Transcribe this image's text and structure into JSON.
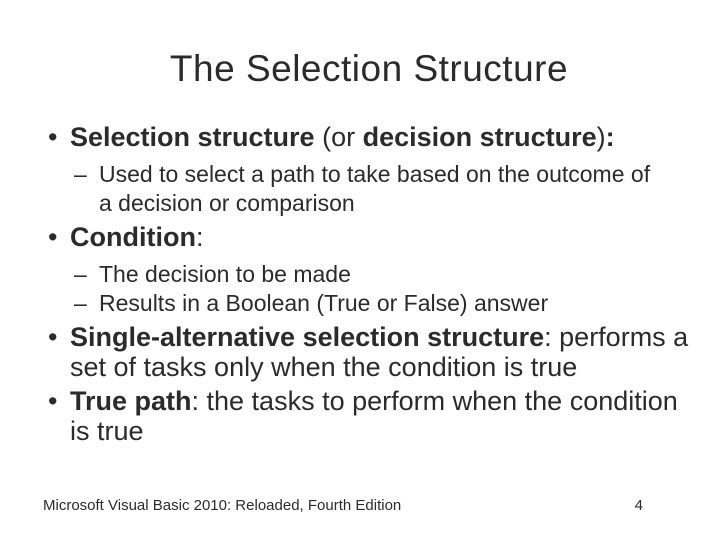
{
  "slide": {
    "title": "The Selection Structure",
    "colors": {
      "background": "#ffffff",
      "text": "#2b2b2b"
    },
    "bullets": [
      {
        "level": 1,
        "marker": "•",
        "lines": [
          [
            {
              "t": "Selection structure",
              "b": true
            },
            {
              "t": " (or ",
              "b": false
            },
            {
              "t": "decision structure",
              "b": true
            },
            {
              "t": ")",
              "b": false
            },
            {
              "t": ":",
              "b": true
            }
          ]
        ]
      },
      {
        "level": 2,
        "marker": "–",
        "lines": [
          [
            {
              "t": "Used to select a path to take based on the outcome of",
              "b": false
            }
          ],
          [
            {
              "t": "a decision or comparison",
              "b": false
            }
          ]
        ]
      },
      {
        "level": 1,
        "marker": "•",
        "lines": [
          [
            {
              "t": "Condition",
              "b": true
            },
            {
              "t": ":",
              "b": false
            }
          ]
        ]
      },
      {
        "level": 2,
        "marker": "–",
        "lines": [
          [
            {
              "t": "The decision to be made",
              "b": false
            }
          ]
        ]
      },
      {
        "level": 2,
        "marker": "–",
        "lines": [
          [
            {
              "t": "Results in a Boolean (True or False) answer",
              "b": false
            }
          ]
        ]
      },
      {
        "level": 1,
        "marker": "•",
        "lines": [
          [
            {
              "t": "Single-alternative selection structure",
              "b": true
            },
            {
              "t": ": performs a",
              "b": false
            }
          ],
          [
            {
              "t": "set of tasks only when the condition is true",
              "b": false
            }
          ]
        ]
      },
      {
        "level": 1,
        "marker": "•",
        "lines": [
          [
            {
              "t": "True path",
              "b": true
            },
            {
              "t": ": the tasks to perform when the condition",
              "b": false
            }
          ],
          [
            {
              "t": "is true",
              "b": false
            }
          ]
        ]
      }
    ],
    "footer": {
      "left": "Microsoft Visual Basic 2010: Reloaded, Fourth Edition",
      "page_number": "4"
    }
  }
}
